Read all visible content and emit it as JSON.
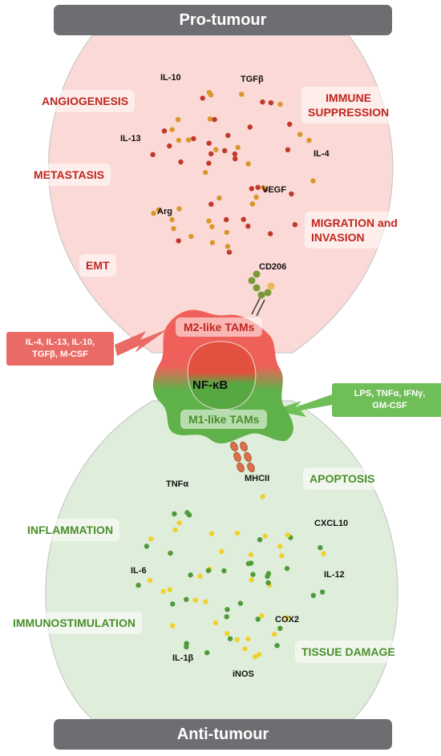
{
  "banners": {
    "top": "Pro-tumour",
    "bottom": "Anti-tumour"
  },
  "pro_processes": {
    "angiogenesis": "ANGIOGENESIS",
    "immune_suppression_1": "IMMUNE",
    "immune_suppression_2": "SUPPRESSION",
    "metastasis": "METASTASIS",
    "migration_1": "MIGRATION and",
    "migration_2": "INVASION",
    "emt": "EMT"
  },
  "anti_processes": {
    "apoptosis": "APOPTOSIS",
    "inflammation": "INFLAMMATION",
    "immunostimulation": "IMMUNOSTIMULATION",
    "tissue_damage": "TISSUE DAMAGE"
  },
  "m2_cytokines": {
    "il10": "IL-10",
    "tgfb": "TGFβ",
    "il13": "IL-13",
    "il4": "IL-4",
    "vegf": "VEGF",
    "arg": "Arg"
  },
  "m1_cytokines": {
    "tnfa": "TNFα",
    "cxcl10": "CXCL10",
    "il6": "IL-6",
    "il12": "IL-12",
    "cox2": "COX2",
    "il1b": "IL-1β",
    "inos": "iNOS"
  },
  "receptors": {
    "cd206": "CD206",
    "mhcii": "MHCII"
  },
  "cell": {
    "m2_label": "M2-like TAMs",
    "m1_label": "M1-like TAMs",
    "nucleus": "NF-κB"
  },
  "stimuli": {
    "m2_line1": "IL-4, IL-13, IL-10,",
    "m2_line2": "TGFβ, M-CSF",
    "m1_line1": "LPS, TNFα, IFNγ,",
    "m1_line2": "GM-CSF"
  },
  "colors": {
    "pro_fill": "#fbd9d6",
    "anti_fill": "#dfeeda",
    "pro_text": "#c0261e",
    "anti_text": "#4a8f2a",
    "m2_cell": "#f0605a",
    "m1_cell": "#5fb24a",
    "banner": "#6d6e71",
    "dot_red": "#c0392b",
    "dot_orange": "#d9962b",
    "dot_green": "#4f9a3a",
    "dot_yellow": "#f0d030"
  }
}
